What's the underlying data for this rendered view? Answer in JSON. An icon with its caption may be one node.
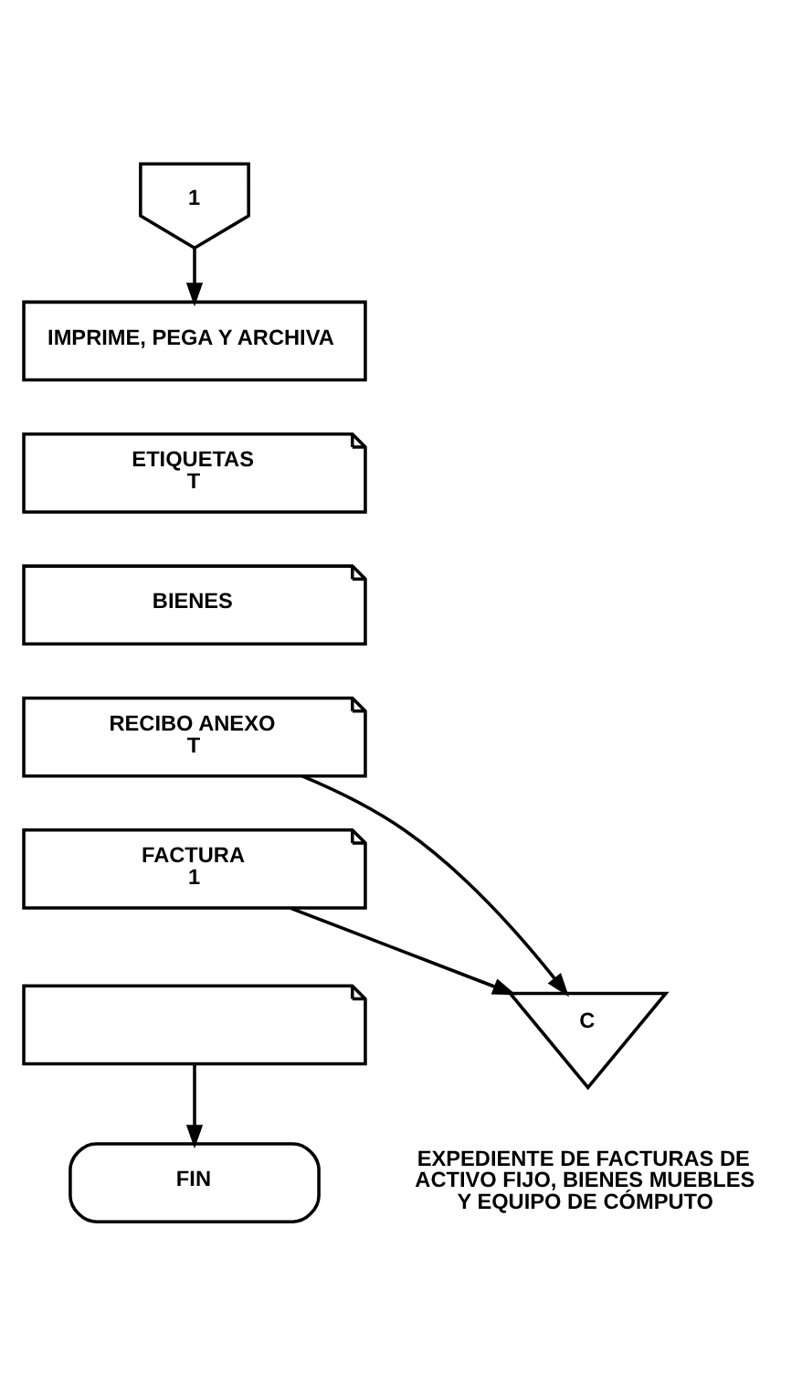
{
  "diagram": {
    "nodes": [
      {
        "text": [
          "1"
        ]
      },
      {
        "text": [
          "IMPRIME, PEGA Y ARCHIVA"
        ]
      },
      {
        "text": [
          "ETIQUETAS",
          "T"
        ]
      },
      {
        "text": [
          "BIENES"
        ]
      },
      {
        "text": [
          "RECIBO ANEXO",
          "T"
        ]
      },
      {
        "text": [
          "FACTURA",
          "1"
        ]
      },
      {
        "text": [],
        "shape": "document"
      },
      {
        "text": [
          "C"
        ],
        "beside": [
          "EXPEDIENTE DE FACTURAS DE ACTIVO FIJO, BIENES MUEBLES Y EQUIPO DE CÓMPUTO"
        ]
      },
      {
        "text": [
          "FIN"
        ]
      }
    ],
    "edges": [
      {
        "from": 0,
        "to": 1,
        "arrow": "to"
      },
      {
        "from": 4,
        "to": 7,
        "arrow": "to"
      },
      {
        "from": 5,
        "to": 7,
        "arrow": "to"
      },
      {
        "from": 6,
        "to": 8,
        "arrow": "to"
      }
    ]
  }
}
